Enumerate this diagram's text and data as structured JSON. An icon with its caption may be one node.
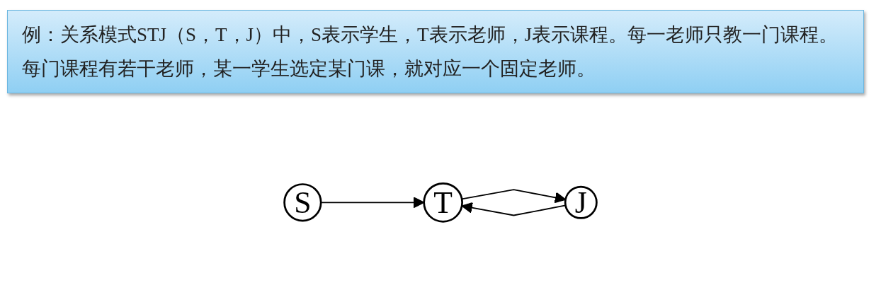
{
  "diagram": {
    "title": "例：关系模式STJ（S，T，J）中，S表示学生，T表示老师，J表示课程。每一老师只教一门课程。每门课程有若干老师，某一学生选定某门课，就对应一个固定老师。",
    "nodes": [
      {
        "text": [
          "S"
        ]
      },
      {
        "text": [
          "T"
        ]
      },
      {
        "text": [
          "J"
        ]
      }
    ],
    "edges": [
      {
        "from": 0,
        "to": 1,
        "arrow": "to"
      },
      {
        "from": 2,
        "to": 1,
        "arrow": "to"
      },
      {
        "from": 1,
        "to": 2,
        "arrow": "to"
      }
    ]
  }
}
